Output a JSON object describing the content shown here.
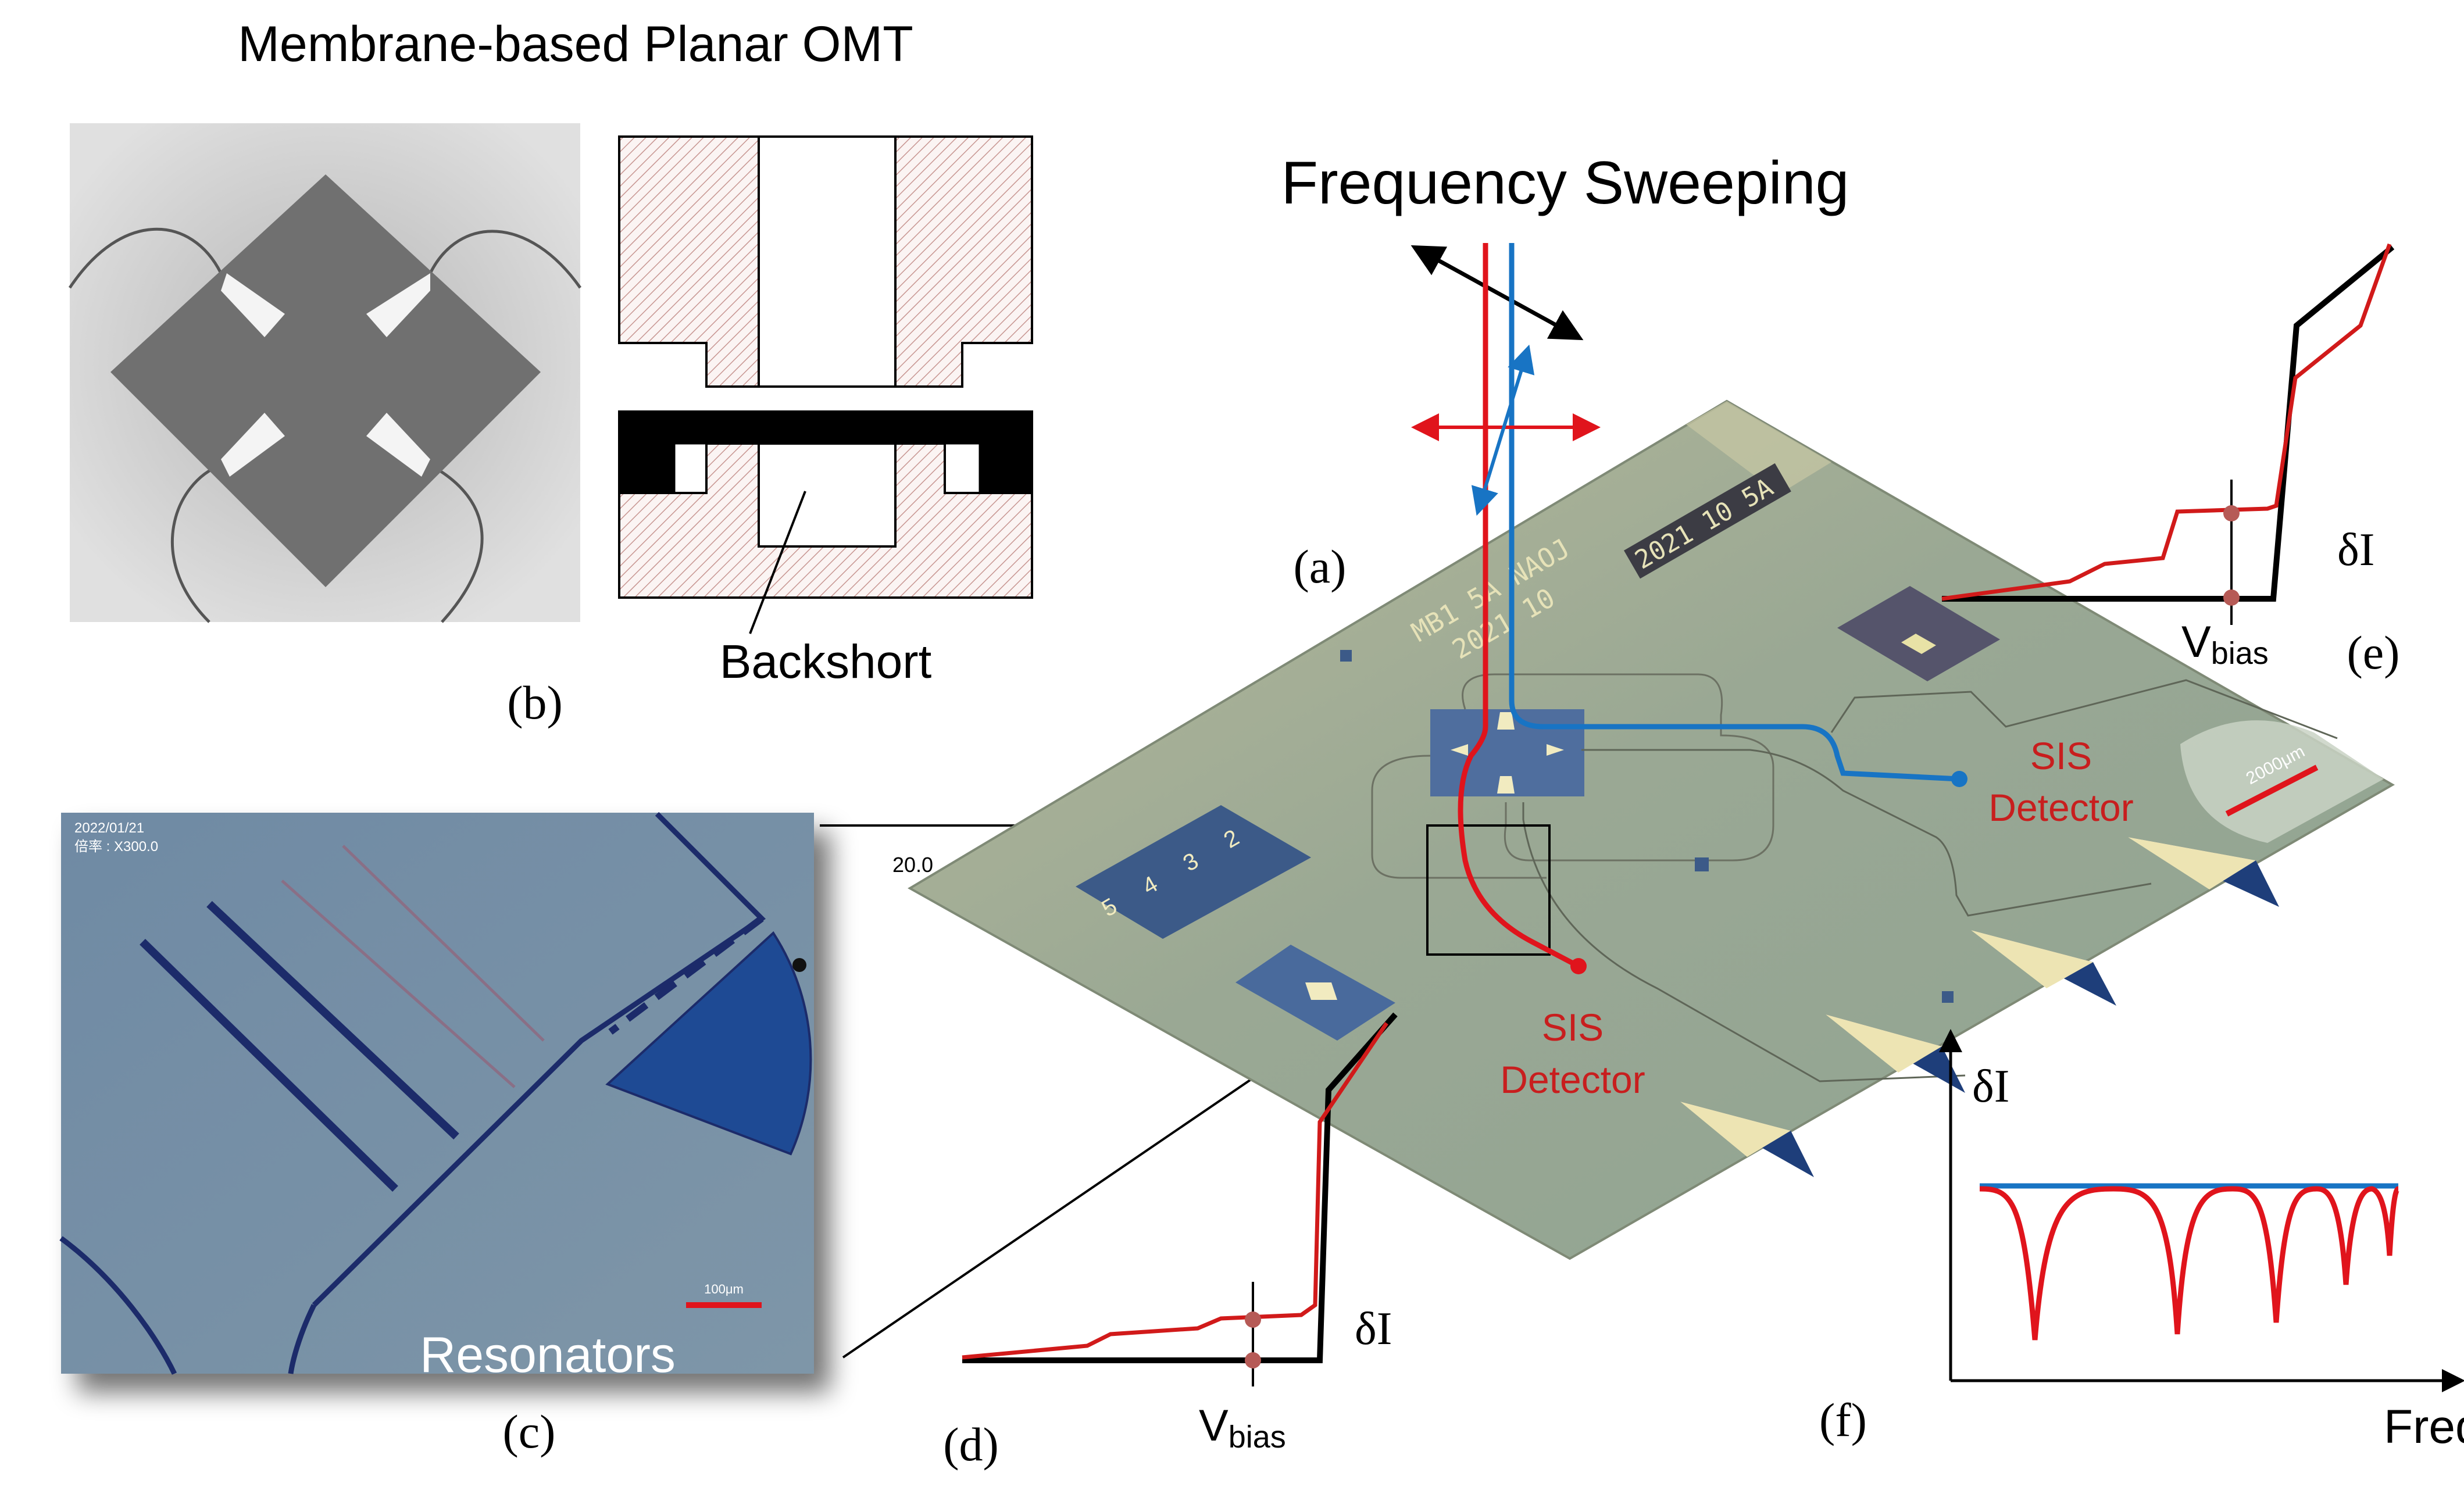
{
  "figure": {
    "omt_title": "Membrane-based Planar OMT",
    "sweep_title": "Frequency Sweeping",
    "backshort_label": "Backshort",
    "resonators_label": "Resonators",
    "sis_detector_blue": [
      "SIS",
      "Detector"
    ],
    "sis_detector_red": [
      "SIS",
      "Detector"
    ],
    "panel_labels": {
      "a": "(a)",
      "b": "(b)",
      "c": "(c)",
      "d": "(d)",
      "e": "(e)",
      "f": "(f)"
    },
    "vbias_main": "V",
    "vbias_sub": "bias",
    "delta_i": "δI",
    "freq_label": "Freq",
    "chip_marks": {
      "serial1": "MB1 5A  NAOJ",
      "serial2": "2021 10",
      "stamp1": "2021 10 5A",
      "scale": "2000μm",
      "edge": "20.0",
      "pads": [
        "5",
        "4",
        "3",
        "2"
      ]
    },
    "micro": {
      "date": "2022/01/21",
      "mag": "倍率 : X300.0",
      "scale": "100μm"
    },
    "colors": {
      "red": "#e0141c",
      "blue": "#1874c4",
      "black": "#000000",
      "iv_marker": "#b65a56",
      "chip": "#9eaa94",
      "hatch": "#c79591"
    }
  },
  "chart_data": {
    "type": "line",
    "x_label": "Freq",
    "y_label": "δI",
    "series": []
  }
}
